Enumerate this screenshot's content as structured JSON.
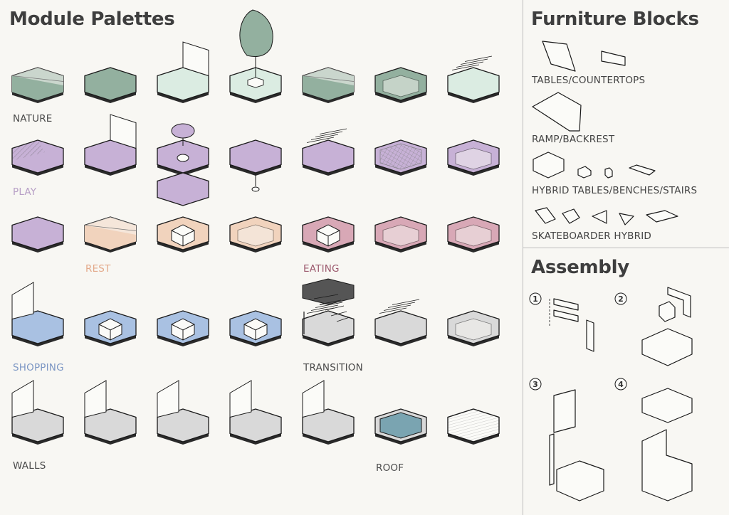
{
  "module_palettes": {
    "title": "Module Palettes",
    "rows": [
      {
        "label": "NATURE",
        "color": "#93b09f",
        "light": "#dbece2"
      },
      {
        "label": "PLAY",
        "color": "#c7b1d6",
        "light": "#ddd0e8"
      },
      {
        "label": "REST",
        "color": "#c7b1d6",
        "light": "#f1d3bd",
        "secondary_color": "#f1d3bd"
      },
      {
        "label": "EATING",
        "color": "#d8a8b6",
        "light": "#edd6dc"
      },
      {
        "label": "SHOPPING",
        "color": "#a9c1e2",
        "light": "#d4e1f2"
      },
      {
        "label": "TRANSITION",
        "color": "#d9d9d9",
        "light": "#ececec"
      },
      {
        "label": "WALLS",
        "color": "#d9d9d9",
        "light": "#ececec"
      },
      {
        "label": "ROOF",
        "color": "#7aa4b1",
        "light": "#ececec"
      }
    ],
    "label_colors": {
      "NATURE": "#4a4a4a",
      "PLAY": "#b79fc6",
      "REST": "#e3a98a",
      "EATING": "#9c5a6e",
      "SHOPPING": "#7d97c4",
      "TRANSITION": "#4a4a4a",
      "WALLS": "#4a4a4a",
      "ROOF": "#4a4a4a"
    }
  },
  "furniture_blocks": {
    "title": "Furniture Blocks",
    "groups": [
      {
        "label": "TABLES/COUNTERTOPS"
      },
      {
        "label": "RAMP/BACKREST"
      },
      {
        "label": "HYBRID TABLES/BENCHES/STAIRS"
      },
      {
        "label": "SKATEBOARDER HYBRID"
      }
    ]
  },
  "assembly": {
    "title": "Assembly",
    "steps": [
      "1",
      "2",
      "3",
      "4"
    ]
  },
  "colors": {
    "background": "#f8f7f3",
    "stroke": "#1a1a1a",
    "divider": "#bdbdbd"
  },
  "icons": [
    "hexagon-module-icon",
    "furniture-block-icon",
    "assembly-step-icon",
    "tree-icon"
  ]
}
